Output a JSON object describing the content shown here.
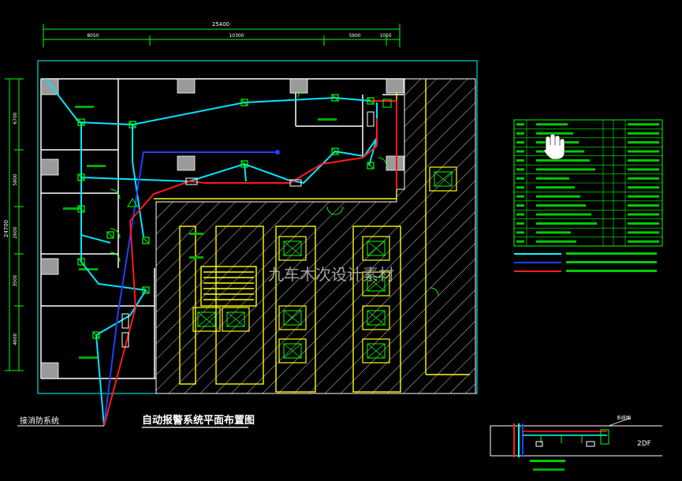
{
  "drawing": {
    "title": "自动报警系统平面布置图",
    "left_label": "接消防系统",
    "watermark": "九车木次设计素材",
    "riser_title": "系统图",
    "level_label": "2DF"
  },
  "dimensions": {
    "top_total": "25400",
    "top_segments": [
      "8050",
      "10300",
      "5900",
      "1050"
    ],
    "left_total": "24700",
    "left_segments": [
      "6700",
      "5800",
      "2600",
      "3500",
      "4600"
    ]
  },
  "legend": {
    "rows": 14,
    "cable_lines": [
      {
        "color": "#00ffff"
      },
      {
        "color": "#2040ff"
      },
      {
        "color": "#ff2020"
      }
    ]
  },
  "colors": {
    "background": "#000000",
    "wall": "#ffffff",
    "structure": "#ffff00",
    "device": "#00ff00",
    "signal_line": "#00e5ff",
    "power_line": "#2040ff",
    "alarm_line": "#ff1a1a",
    "frame": "#00ffff"
  }
}
